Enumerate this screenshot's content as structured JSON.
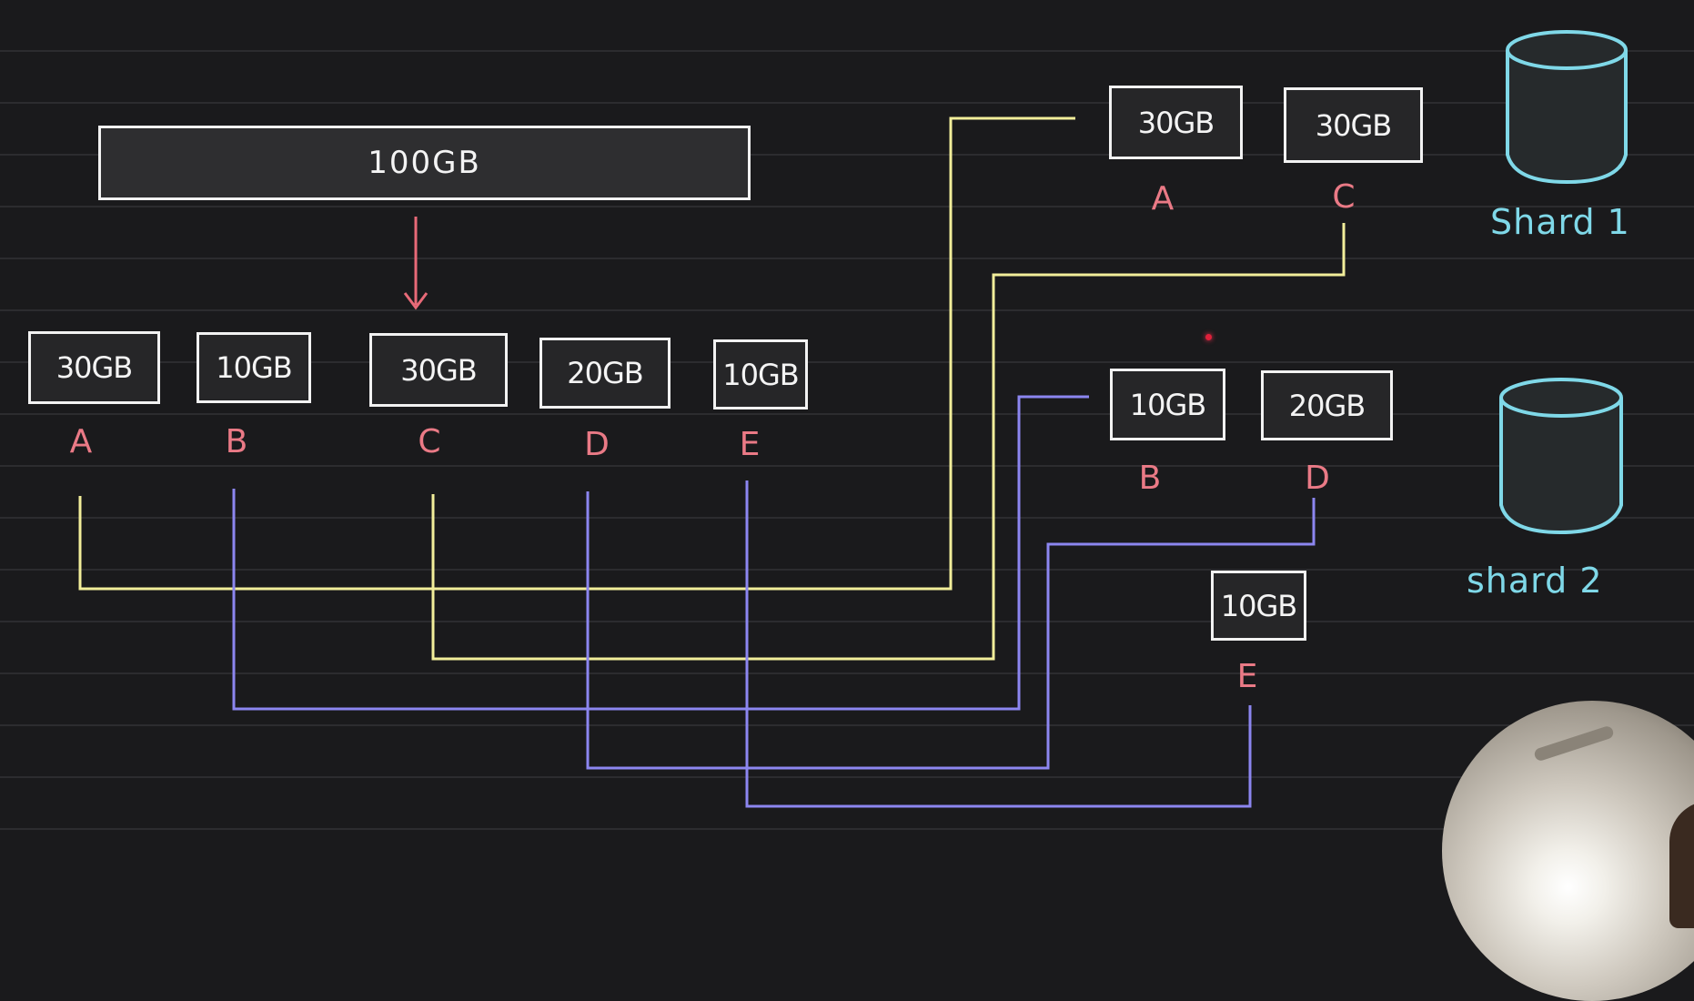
{
  "total": {
    "label": "100GB"
  },
  "chunks": [
    {
      "id": "A",
      "size": "30GB"
    },
    {
      "id": "B",
      "size": "10GB"
    },
    {
      "id": "C",
      "size": "30GB"
    },
    {
      "id": "D",
      "size": "20GB"
    },
    {
      "id": "E",
      "size": "10GB"
    }
  ],
  "shard1": {
    "label": "Shard 1",
    "chunks": [
      {
        "id": "A",
        "size": "30GB"
      },
      {
        "id": "C",
        "size": "30GB"
      }
    ]
  },
  "shard2": {
    "label": "shard 2",
    "chunks": [
      {
        "id": "B",
        "size": "10GB"
      },
      {
        "id": "D",
        "size": "20GB"
      }
    ]
  },
  "leftover": {
    "id": "E",
    "size": "10GB"
  },
  "colors": {
    "background": "#1a1a1c",
    "box_border": "#f2f2f2",
    "letters": "#ea7a86",
    "arrow": "#e86a78",
    "shard1_lines": "#f2ee9a",
    "shard2_lines": "#8c86f0",
    "cylinders": "#7fd8e8"
  },
  "icons": [
    "database-cylinder-icon",
    "arrow-down-icon"
  ]
}
